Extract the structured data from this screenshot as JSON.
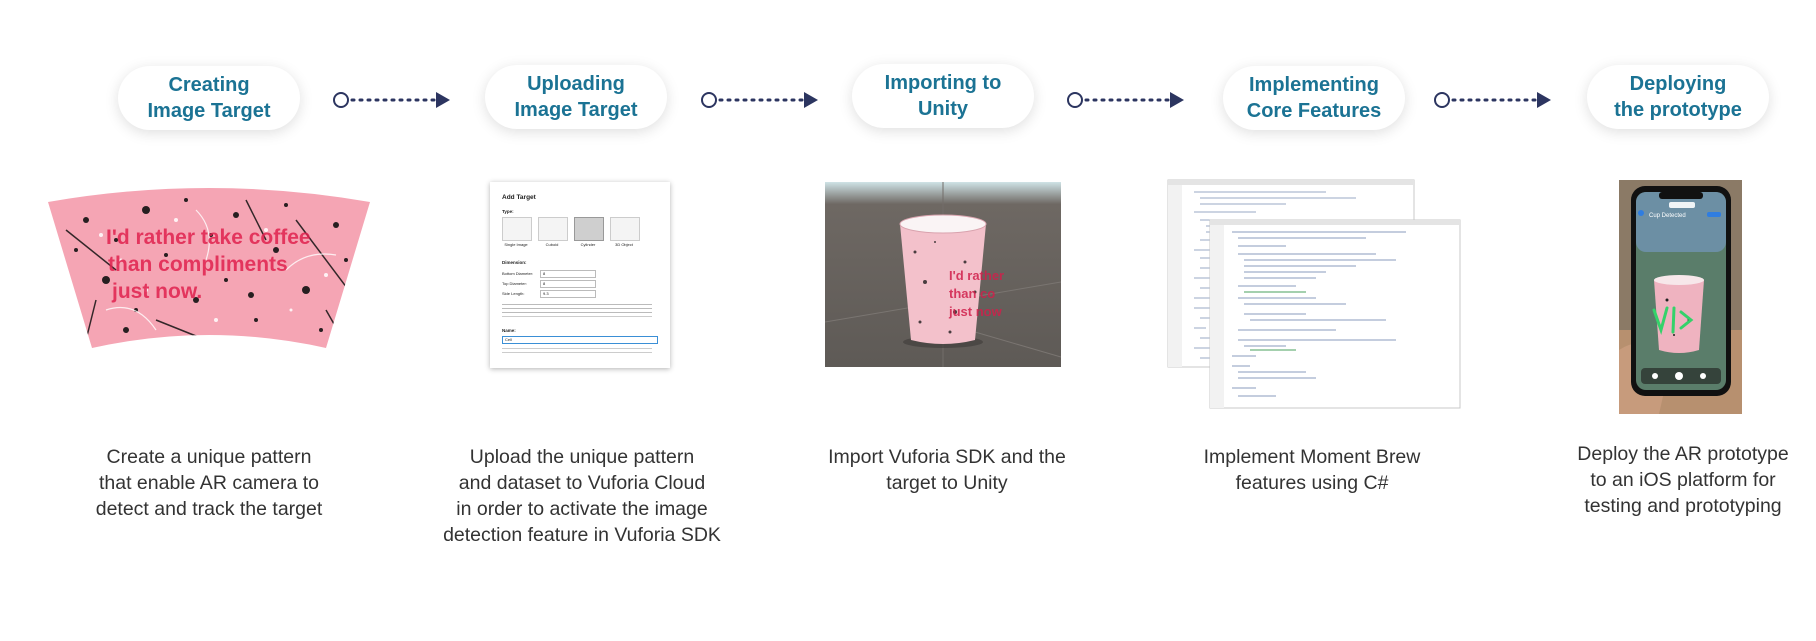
{
  "colors": {
    "step_title": "#1b7394",
    "connector": "#2c3560",
    "description": "#333333",
    "cup_pink": "#f5a5b4",
    "cup_text": "#e0224f"
  },
  "steps": [
    {
      "title": "Creating\nImage Target",
      "description": "Create a unique pattern\nthat enable AR camera to\ndetect and track the target",
      "image": {
        "kind": "cup-sleeve-pattern",
        "text_lines": [
          "I'd rather take coffee",
          "than compliments",
          "just now."
        ]
      }
    },
    {
      "title": "Uploading\nImage Target",
      "description": "Upload the unique pattern\nand dataset to Vuforia Cloud\nin order to activate the image\ndetection feature in Vuforia SDK",
      "image": {
        "kind": "add-target-dialog",
        "heading": "Add Target",
        "type_label": "Type:",
        "type_options": [
          "Single Image",
          "Cuboid",
          "Cylinder",
          "3D Object"
        ],
        "selected_type": "Cylinder",
        "dimension_label": "Dimension:",
        "fields": [
          {
            "label": "Bottom Diameter:",
            "value": "8"
          },
          {
            "label": "Top Diameter:",
            "value": "8"
          },
          {
            "label": "Side Length:",
            "value": "9.3"
          }
        ],
        "name_label": "Name:",
        "name_value": "Cell"
      }
    },
    {
      "title": "Importing to\nUnity",
      "description": "Import Vuforia SDK and the\ntarget to Unity",
      "image": {
        "kind": "unity-scene-cup",
        "cup_text_lines": [
          "I'd rather",
          "than co",
          "just now"
        ]
      }
    },
    {
      "title": "Implementing\nCore Features",
      "description": "Implement Moment  Brew\nfeatures using C#",
      "image": {
        "kind": "code-editor-screens"
      }
    },
    {
      "title": "Deploying\nthe prototype",
      "description": "Deploy the AR prototype\nto an iOS platform for\ntesting and prototyping",
      "image": {
        "kind": "iphone-ar-photo",
        "screen_text": "Cup Detected"
      }
    }
  ]
}
